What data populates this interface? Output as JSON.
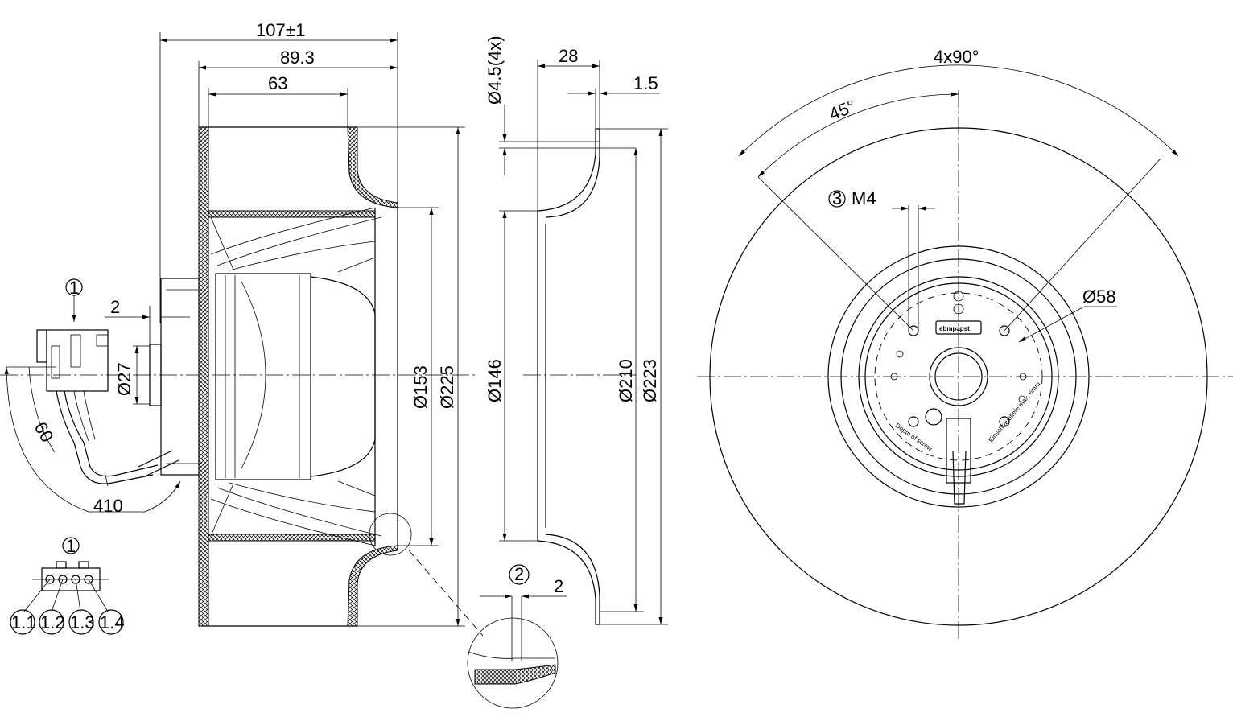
{
  "side_view": {
    "dim_overall": "107",
    "dim_overall_tol": "±1",
    "dim_89": "89.3",
    "dim_63": "63",
    "dim_2": "2",
    "dim_d27": "Ø27",
    "dim_d153": "Ø153",
    "dim_d225": "Ø225",
    "dim_60": "60",
    "dim_410": "410",
    "marker_1": "1"
  },
  "connector_detail": {
    "marker": "1",
    "pins": [
      "1.1",
      "1.2",
      "1.3",
      "1.4"
    ]
  },
  "inlet_ring": {
    "dim_hole": "Ø4.5(4x)",
    "dim_28": "28",
    "dim_1_5": "1.5",
    "dim_d146": "Ø146",
    "dim_d210": "Ø210",
    "dim_d223": "Ø223",
    "detail_marker": "2",
    "detail_dim": "2"
  },
  "front_view": {
    "dim_angle_4x90": "4x90°",
    "dim_angle_45": "45°",
    "thread_marker": "3",
    "thread_label": "M4",
    "dim_d58": "Ø58",
    "brand_label": "ebmpapst",
    "label_depth": "Depth of screw",
    "label_einschraub": "Einschraubtiefe max. 6mm"
  }
}
